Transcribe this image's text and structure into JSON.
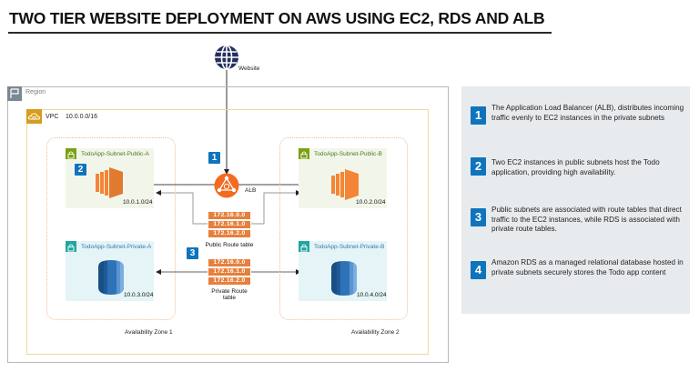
{
  "title": "TWO TIER WEBSITE DEPLOYMENT ON AWS USING EC2, RDS AND ALB",
  "website": {
    "label": "Website",
    "icon": "globe-icon"
  },
  "region": {
    "label": "Region",
    "icon": "region-flag-icon"
  },
  "vpc": {
    "label": "VPC",
    "cidr": "10.0.0.0/16",
    "icon": "vpc-cloud-icon"
  },
  "alb": {
    "label": "ALB",
    "badge": "1",
    "icon": "load-balancer-icon"
  },
  "availability_zones": [
    {
      "label": "Availability Zone 1"
    },
    {
      "label": "Availability Zone 2"
    }
  ],
  "subnets": {
    "public_a": {
      "name": "TodoApp-Subnet-Public-A",
      "cidr": "10.0.1.0/24",
      "badge": "2",
      "icon": "ec2-instance-icon"
    },
    "public_b": {
      "name": "TodoApp-Subnet-Public-B",
      "cidr": "10.0.2.0/24",
      "icon": "ec2-instance-icon"
    },
    "private_a": {
      "name": "TodoApp-Subnet-Private-A",
      "cidr": "10.0.3.0/24",
      "icon": "rds-database-icon"
    },
    "private_b": {
      "name": "TodoApp-Subnet-Private-B",
      "cidr": "10.0.4.0/24",
      "icon": "rds-database-icon"
    }
  },
  "route_tables": {
    "public": {
      "label": "Public Route table",
      "entries": [
        "172.16.0.0",
        "172.16.1.0",
        "172.16.2.0"
      ]
    },
    "private": {
      "label_line1": "Private Route",
      "label_line2": "table",
      "badge": "3",
      "entries": [
        "172.16.0.0",
        "172.16.1.0",
        "172.16.2.0"
      ]
    }
  },
  "panel": {
    "items": [
      {
        "badge": "1",
        "text": "The Application Load Balancer (ALB), distributes incoming traffic evenly to EC2 instances in the private subnets"
      },
      {
        "badge": "2",
        "text": "Two EC2 instances in public subnets host the Todo application, providing high availability."
      },
      {
        "badge": "3",
        "text": "Public subnets are associated with route tables that direct traffic to the EC2 instances, while RDS is associated with private route tables."
      },
      {
        "badge": "4",
        "text": "Amazon RDS as a managed relational database hosted in private subnets securely stores the Todo app content"
      }
    ]
  },
  "colors": {
    "badge": "#0f74bb",
    "route_table": "#e6803c",
    "ec2": "#f58536",
    "rds": "#2e73b8",
    "alb": "#f26b21",
    "public_subnet_icon": "#7aa116",
    "private_subnet_icon": "#22a7a0",
    "vpc_icon": "#d89c1e",
    "panel_bg": "#e8ebee"
  }
}
